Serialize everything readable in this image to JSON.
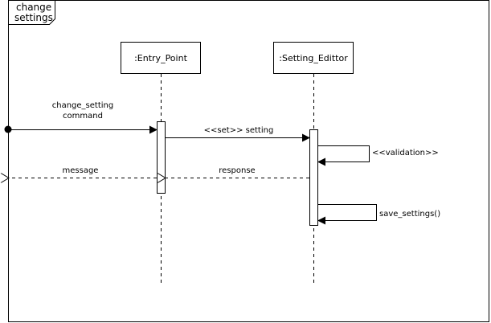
{
  "frame": {
    "label_line1": "change",
    "label_line2": "settings"
  },
  "lifelines": [
    {
      "id": "entry_point",
      "label": ":Entry_Point"
    },
    {
      "id": "setting_editor",
      "label": ":Setting_Edittor"
    }
  ],
  "messages": [
    {
      "id": "change_setting_command",
      "line1": "change_setting",
      "line2": "command",
      "kind": "found-sync"
    },
    {
      "id": "set_setting",
      "label": "<<set>> setting",
      "kind": "sync"
    },
    {
      "id": "validation",
      "label": "<<validation>>",
      "kind": "self-sync"
    },
    {
      "id": "response",
      "label": "response",
      "kind": "reply"
    },
    {
      "id": "message",
      "label": "message",
      "kind": "reply"
    },
    {
      "id": "save_settings",
      "label": "save_settings()",
      "kind": "self-sync"
    }
  ]
}
